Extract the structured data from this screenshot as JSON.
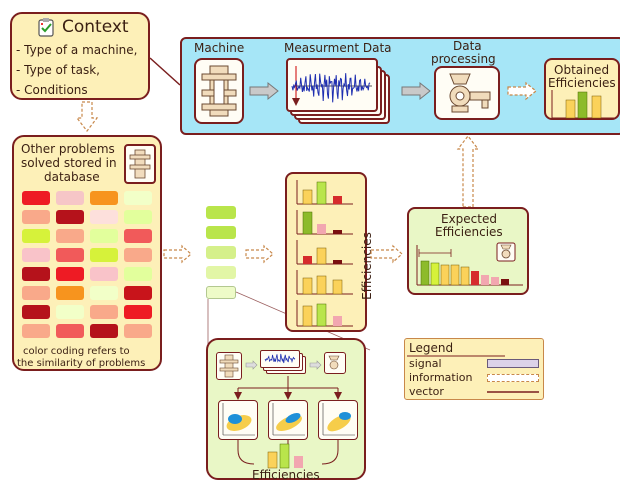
{
  "context": {
    "title": "Context",
    "items": [
      "- Type of a machine,",
      "- Type of task,",
      "- Conditions"
    ]
  },
  "top": {
    "machine": "Machine",
    "measurement": "Measurment Data",
    "processing_line1": "Data",
    "processing_line2": "processing",
    "obtained_line1": "Obtained",
    "obtained_line2": "Efficiencies"
  },
  "database": {
    "title_line1": "Other problems",
    "title_line2": "solved stored in",
    "title_line3": "database",
    "caption_line1": "color coding refers to",
    "caption_line2": "the similarity of problems",
    "grid_colors": [
      [
        "#ee1b24",
        "#f6c6c7",
        "#f7941e",
        "#f2ffc8"
      ],
      [
        "#f9a98a",
        "#b5121b",
        "#fde0dc",
        "#e2ff9c"
      ],
      [
        "#d6f23a",
        "#f9a98a",
        "#e2ff9c",
        "#f15a5a"
      ],
      [
        "#f9c3c9",
        "#f15a5a",
        "#d6f23a",
        "#f9a98a"
      ],
      [
        "#b5121b",
        "#ee1b24",
        "#f9c3c9",
        "#e2ff9c"
      ],
      [
        "#f9a98a",
        "#f7941e",
        "#f2ffc8",
        "#c8141b"
      ],
      [
        "#b5121b",
        "#f2ffc8",
        "#f9a98a",
        "#ee1b24"
      ],
      [
        "#f9a98a",
        "#f15a5a",
        "#b5121b",
        "#f9a98a"
      ]
    ]
  },
  "efficiencies_label": "Efficiencies",
  "expected": {
    "title_line1": "Expected",
    "title_line2": "Efficiencies"
  },
  "legend": {
    "title": "Legend",
    "signal": "signal",
    "information": "information",
    "vector": "vector"
  },
  "bottom": {
    "label": "Efficiencies"
  }
}
